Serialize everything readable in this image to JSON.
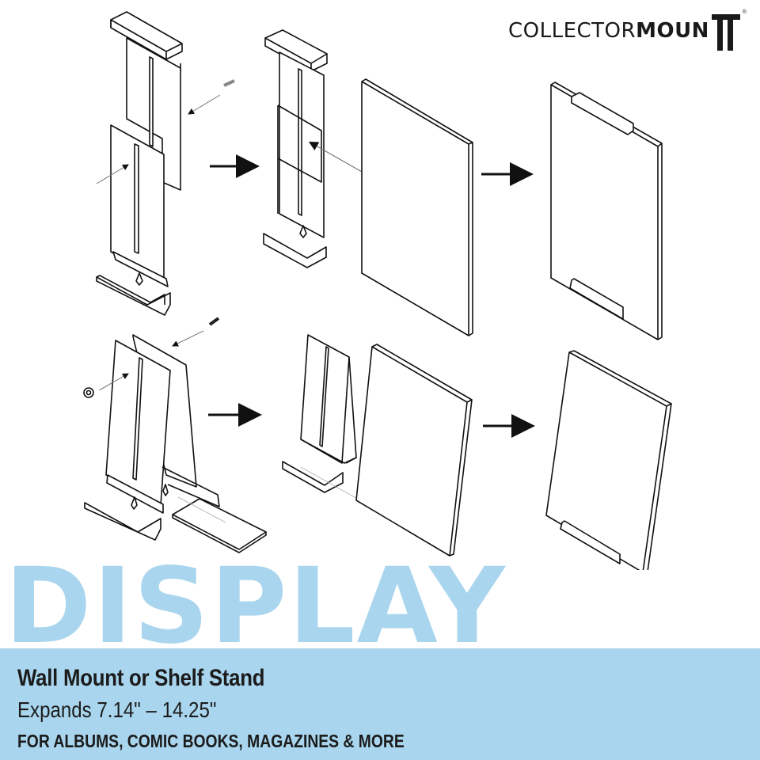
{
  "brand": {
    "name_light": "COLLECTOR",
    "name_bold": "MOUN",
    "name_last_glyph": "T",
    "registered_mark": "®"
  },
  "diagram": {
    "description": "Exploded assembly illustration: expandable bracket assembled into wall mount (top row) and shelf stand (bottom row) holding an album/board",
    "rows": [
      {
        "name": "wall-mount",
        "steps": [
          "bracket-parts-with-screw",
          "assembled-bracket",
          "board-attached-wall-mount"
        ]
      },
      {
        "name": "shelf-stand",
        "steps": [
          "stand-parts-with-screw-nut-and-base",
          "assembled-stand",
          "board-on-shelf-stand"
        ]
      }
    ],
    "arrow_count": 4
  },
  "headline": "DISPLAY",
  "info_bar": {
    "title": "Wall Mount or Shelf Stand",
    "subtitle": "Expands 7.14\" – 14.25\"",
    "tagline": "FOR ALBUMS, COMIC BOOKS, MAGAZINES & MORE"
  },
  "colors": {
    "accent_blue": "#a9d6ee",
    "text_dark": "#1b1b1b",
    "line": "#111111"
  }
}
